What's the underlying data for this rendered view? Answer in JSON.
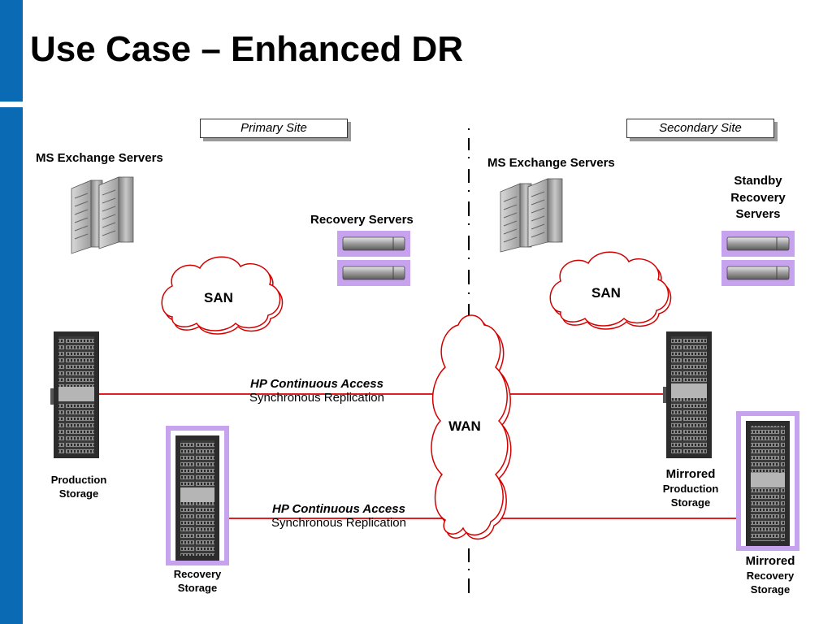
{
  "title": "Use Case – Enhanced DR",
  "sites": {
    "primary": "Primary Site",
    "secondary": "Secondary Site"
  },
  "labels": {
    "ms_exchange_primary": "MS Exchange Servers",
    "ms_exchange_secondary": "MS Exchange Servers",
    "recovery_servers": "Recovery Servers",
    "standby_line1": "Standby",
    "standby_line2": "Recovery",
    "standby_line3": "Servers",
    "san_primary": "SAN",
    "san_secondary": "SAN",
    "wan": "WAN",
    "production_storage_line1": "Production",
    "production_storage_line2": "Storage",
    "recovery_storage_line1": "Recovery",
    "recovery_storage_line2": "Storage",
    "mirrored_prod_line1": "Mirrored",
    "mirrored_prod_line2": "Production",
    "mirrored_prod_line3": "Storage",
    "mirrored_rec_line1": "Mirrored",
    "mirrored_rec_line2": "Recovery",
    "mirrored_rec_line3": "Storage"
  },
  "replication": {
    "upper_line1": "HP Continuous Access",
    "upper_line2": "Synchronous Replication",
    "lower_line1": "HP Continuous Access",
    "lower_line2": "Synchronous Replication"
  },
  "colors": {
    "brand_blue": "#0a6ab4",
    "link_red": "#e02020",
    "highlight_purple": "#c7a2ee",
    "cloud_outline": "#d40000"
  }
}
